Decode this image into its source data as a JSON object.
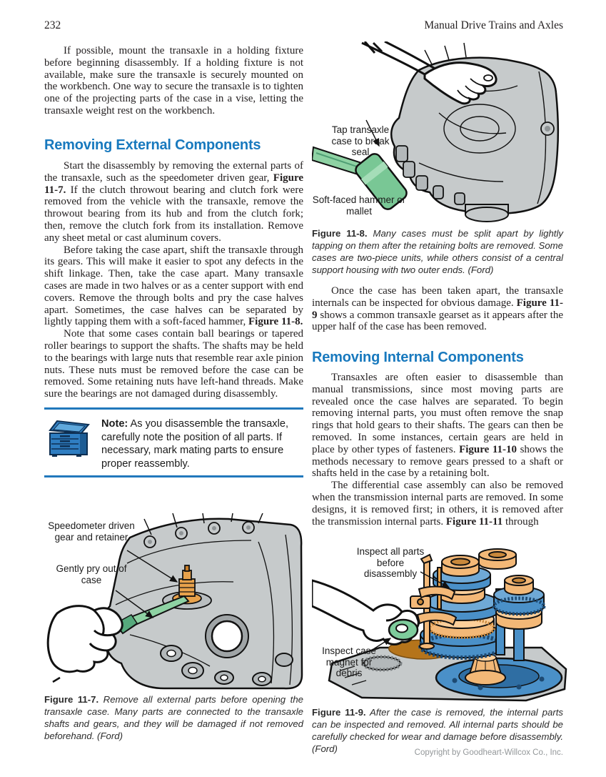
{
  "header": {
    "page_number": "232",
    "title": "Manual Drive Trains and Axles"
  },
  "colors": {
    "heading_blue": "#1879be",
    "note_rule_blue": "#2178bc",
    "case_gray": "#c6cacb",
    "tool_green": "#8ed2a3",
    "part_orange": "#f3b877",
    "gear_blue": "#4a90c8",
    "puddle_brown": "#b5741b"
  },
  "left": {
    "para1": [
      {
        "t": "If possible, mount the transaxle in a holding fixture before beginning disassembly. If a holding fixture is not available, make sure the transaxle is securely mounted on the workbench. One way to secure the transaxle is to tighten one of the projecting parts of the case in a vise, letting the transaxle weight rest on the workbench."
      }
    ],
    "heading1": "Removing External Components",
    "para2": [
      {
        "t": "Start the disassembly by removing the external parts of the transaxle, such as the speedometer driven gear, "
      },
      {
        "t": "Figure 11-7.",
        "b": true
      },
      {
        "t": " If the clutch throwout bearing and clutch fork were removed from the vehicle with the transaxle, remove the throwout bearing from its hub and from the clutch fork; then, remove the clutch fork from its installation. Remove any sheet metal or cast aluminum covers."
      }
    ],
    "para3": [
      {
        "t": "Before taking the case apart, shift the transaxle through its gears. This will make it easier to spot any defects in the shift linkage. Then, take the case apart. Many transaxle cases are made in two halves or as a center support with end covers. Remove the through bolts and pry the case halves apart. Sometimes, the case halves can be separated by lightly tapping them with a soft-faced hammer, "
      },
      {
        "t": "Figure 11-8.",
        "b": true
      }
    ],
    "para4": [
      {
        "t": "Note that some cases contain ball bearings or tapered roller bearings to support the shafts. The shafts may be held to the bearings with large nuts that resemble rear axle pinion nuts. These nuts must be removed before the case can be removed. Some retaining nuts have left-hand threads. Make sure the bearings are not damaged during disassembly."
      }
    ],
    "note": [
      {
        "t": "Note:",
        "b": true
      },
      {
        "t": " As you disassemble the transaxle, carefully note the position of all parts. If necessary, mark mating parts to ensure proper reassembly."
      }
    ],
    "fig7": {
      "label_gear": "Speedometer driven gear and retainer",
      "label_pry": "Gently pry out of case",
      "caption": [
        {
          "t": "Figure 11-7.",
          "b": true
        },
        {
          "t": " Remove all external parts before opening the transaxle case. Many parts are connected to the transaxle shafts and gears, and they will be damaged if not removed beforehand. (Ford)"
        }
      ]
    }
  },
  "right": {
    "fig8": {
      "label_tap": "Tap transaxle case to break seal",
      "label_hammer": "Soft-faced hammer or mallet",
      "caption": [
        {
          "t": "Figure 11-8.",
          "b": true
        },
        {
          "t": " Many cases must be split apart by lightly tapping on them after the retaining bolts are removed. Some cases are two-piece units, while others consist of a central support housing with two outer ends. (Ford)"
        }
      ]
    },
    "para5": [
      {
        "t": "Once the case has been taken apart, the transaxle internals can be inspected for obvious damage. "
      },
      {
        "t": "Figure 11-9",
        "b": true
      },
      {
        "t": " shows a common transaxle gearset as it appears after the upper half of the case has been removed."
      }
    ],
    "heading2": "Removing Internal Components",
    "para6": [
      {
        "t": "Transaxles are often easier to disassemble than manual transmissions, since most moving parts are revealed once the case halves are separated. To begin removing internal parts, you must often remove the snap rings that hold gears to their shafts. The gears can then be removed. In some instances, certain gears are held in place by other types of fasteners. "
      },
      {
        "t": "Figure 11-10",
        "b": true
      },
      {
        "t": " shows the methods necessary to remove gears pressed to a shaft or shafts held in the case by a retaining bolt."
      }
    ],
    "para7": [
      {
        "t": "The differential case assembly can also be removed when the transmission internal parts are removed. In some designs, it is removed first; in others, it is removed after the transmission internal parts. "
      },
      {
        "t": "Figure 11-11",
        "b": true
      },
      {
        "t": " through"
      }
    ],
    "fig9": {
      "label_inspect": "Inspect all parts before disassembly",
      "label_magnet": "Inspect case magnet for debris",
      "caption": [
        {
          "t": "Figure 11-9.",
          "b": true
        },
        {
          "t": " After the case is removed, the internal parts can be inspected and removed. All internal parts should be carefully checked for wear and damage before disassembly. (Ford)"
        }
      ]
    }
  },
  "footer": {
    "copyright": "Copyright by Goodheart-Willcox Co., Inc."
  }
}
